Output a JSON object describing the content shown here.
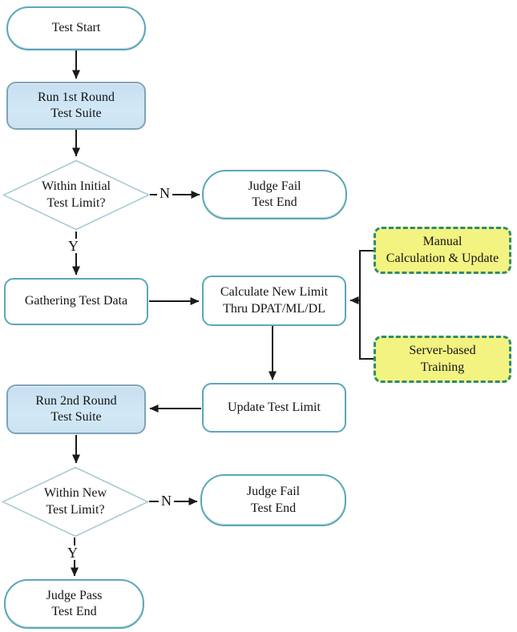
{
  "diagram_type": "flowchart",
  "nodes": {
    "start": {
      "shape": "terminator",
      "lines": [
        "Test Start"
      ]
    },
    "run1": {
      "shape": "process-highlight",
      "lines": [
        "Run 1st Round",
        "Test Suite"
      ]
    },
    "dec1": {
      "shape": "decision",
      "lines": [
        "Within Initial",
        "Test Limit?"
      ]
    },
    "fail1": {
      "shape": "terminator",
      "lines": [
        "Judge Fail",
        "Test End"
      ]
    },
    "gather": {
      "shape": "process",
      "lines": [
        "Gathering Test Data"
      ]
    },
    "calc": {
      "shape": "process",
      "lines": [
        "Calculate New Limit",
        "Thru DPAT/ML/DL"
      ]
    },
    "manual": {
      "shape": "callout",
      "lines": [
        "Manual",
        "Calculation & Update"
      ]
    },
    "server": {
      "shape": "callout",
      "lines": [
        "Server-based",
        "Training"
      ]
    },
    "update": {
      "shape": "process",
      "lines": [
        "Update Test Limit"
      ]
    },
    "run2": {
      "shape": "process-highlight",
      "lines": [
        "Run 2nd Round",
        "Test Suite"
      ]
    },
    "dec2": {
      "shape": "decision",
      "lines": [
        "Within New",
        "Test Limit?"
      ]
    },
    "fail2": {
      "shape": "terminator",
      "lines": [
        "Judge Fail",
        "Test End"
      ]
    },
    "pass": {
      "shape": "terminator",
      "lines": [
        "Judge Pass",
        "Test End"
      ]
    }
  },
  "edges": {
    "dec1_no": "N",
    "dec1_yes": "Y",
    "dec2_no": "N",
    "dec2_yes": "Y"
  },
  "colors": {
    "canvas_bg": "#ffffff",
    "node_border": "#5BA7B9",
    "diamond_border": "#A7CBD4",
    "node_fill": "#ffffff",
    "highlight_fill": "#CDE4F2",
    "highlight_border": "#7FA3B8",
    "callout_fill": "#F3F382",
    "callout_border": "#2E8B79",
    "arrow_color": "#1a1a1a",
    "text_color": "#141414"
  }
}
